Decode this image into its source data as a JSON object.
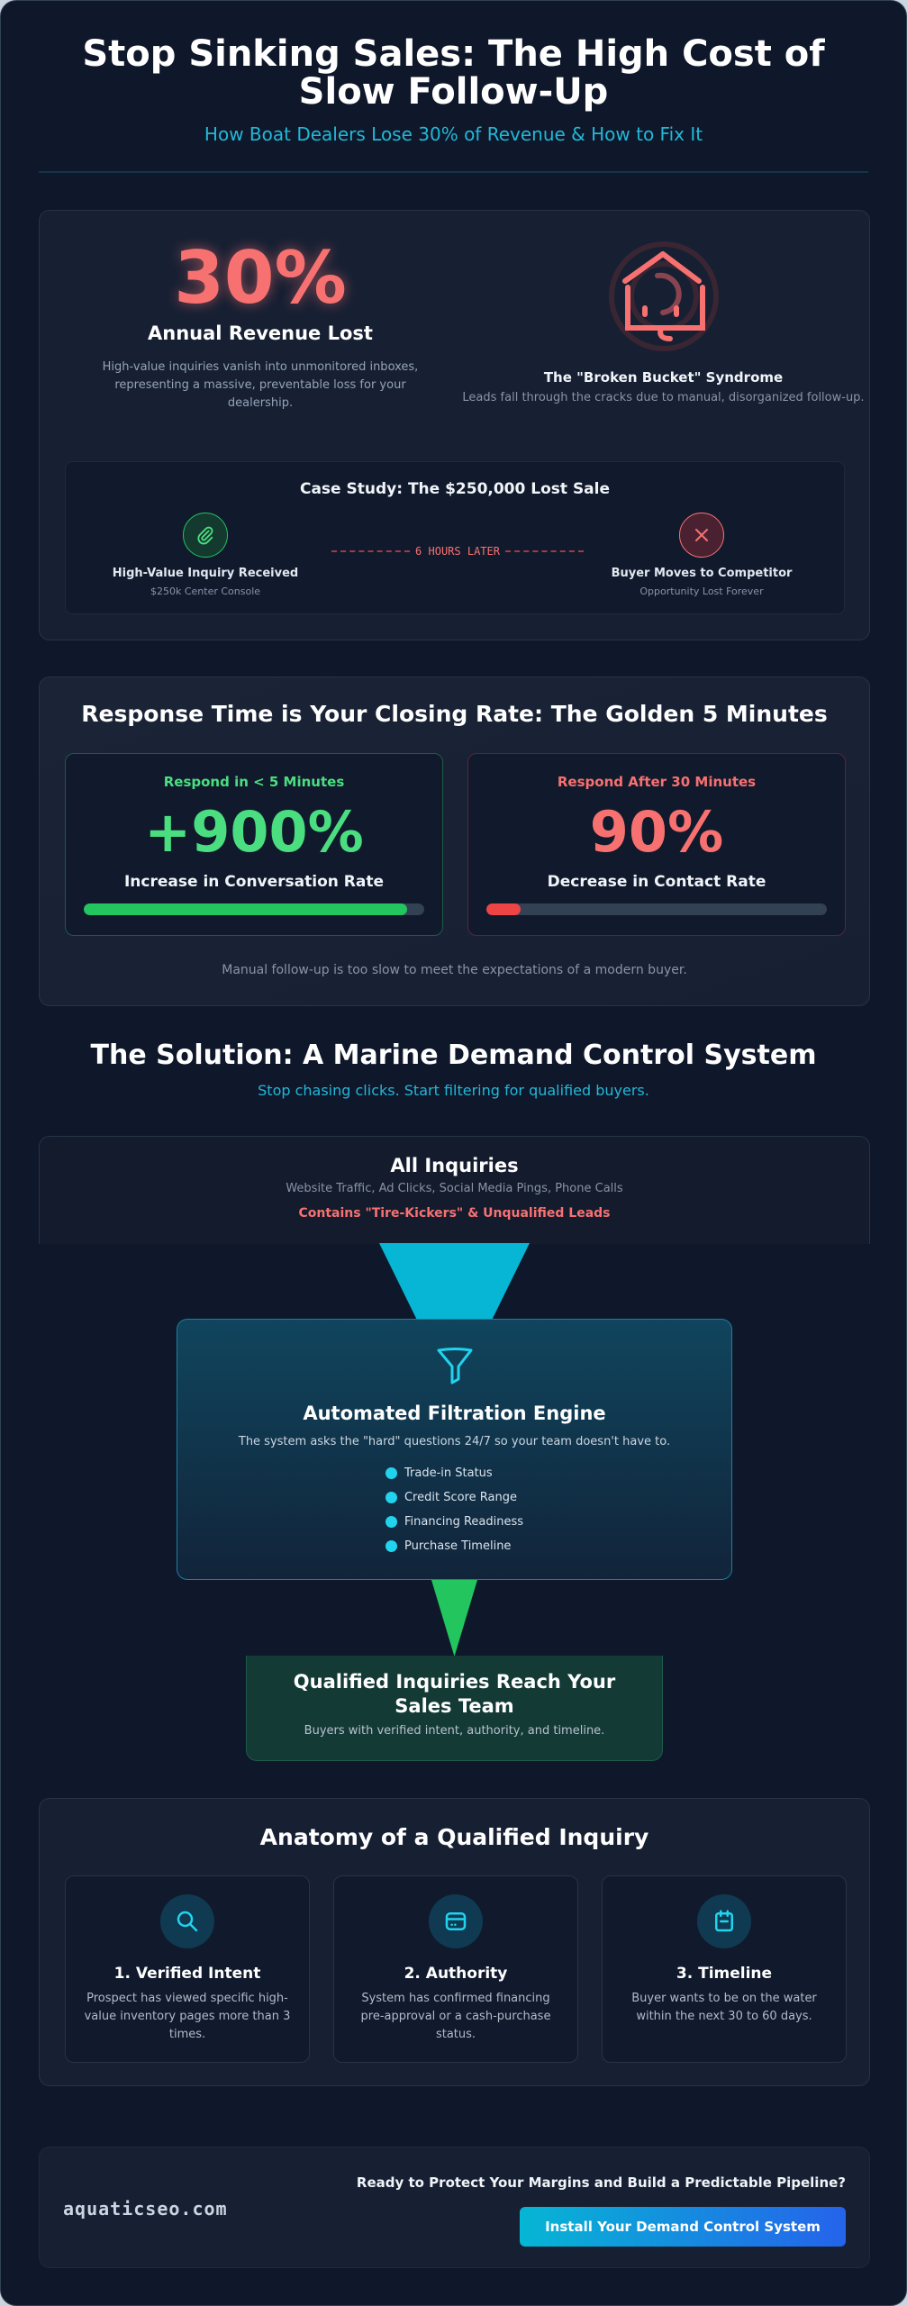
{
  "header": {
    "title": "Stop Sinking Sales: The High Cost of Slow Follow-Up",
    "subtitle": "How Boat Dealers Lose 30% of Revenue & How to Fix It"
  },
  "problem": {
    "stat_value": "30%",
    "stat_label": "Annual Revenue Lost",
    "stat_desc": "High-value inquiries vanish into unmonitored inboxes, representing a massive, preventable loss for your dealership.",
    "bucket_title": "The \"Broken Bucket\" Syndrome",
    "bucket_desc": "Leads fall through the cracks due to manual, disorganized follow-up.",
    "case_study": {
      "title": "Case Study: The $250,000 Lost Sale",
      "start_label": "High-Value Inquiry Received",
      "start_sub": "$250k Center Console",
      "delay": "6 HOURS LATER",
      "end_label": "Buyer Moves to Competitor",
      "end_sub": "Opportunity Lost Forever"
    }
  },
  "response": {
    "title": "Response Time is Your Closing Rate: The Golden 5 Minutes",
    "fast": {
      "heading": "Respond in < 5 Minutes",
      "value": "+900%",
      "label": "Increase in Conversation Rate",
      "bar_percent": 95,
      "color": "#4ade80",
      "bar_color": "#22c55e"
    },
    "slow": {
      "heading": "Respond After 30 Minutes",
      "value": "90%",
      "label": "Decrease in Contact Rate",
      "bar_percent": 10,
      "color": "#f87171",
      "bar_color": "#ef4444"
    },
    "footnote": "Manual follow-up is too slow to meet the expectations of a modern buyer."
  },
  "solution": {
    "title": "The Solution: A Marine Demand Control System",
    "subtitle": "Stop chasing clicks. Start filtering for qualified buyers.",
    "all_inquiries": {
      "title": "All Inquiries",
      "sources": "Website Traffic, Ad Clicks, Social Media Pings, Phone Calls",
      "warning": "Contains \"Tire-Kickers\" & Unqualified Leads"
    },
    "engine": {
      "title": "Automated Filtration Engine",
      "desc": "The system asks the \"hard\" questions 24/7 so your team doesn't have to.",
      "criteria": [
        "Trade-in Status",
        "Credit Score Range",
        "Financing Readiness",
        "Purchase Timeline"
      ]
    },
    "qualified": {
      "title": "Qualified Inquiries Reach Your Sales Team",
      "desc": "Buyers with verified intent, authority, and timeline."
    }
  },
  "anatomy": {
    "title": "Anatomy of a Qualified Inquiry",
    "items": [
      {
        "icon": "search-icon",
        "title": "1. Verified Intent",
        "desc": "Prospect has viewed specific high-value inventory pages more than 3 times."
      },
      {
        "icon": "credit-card-icon",
        "title": "2. Authority",
        "desc": "System has confirmed financing pre-approval or a cash-purchase status."
      },
      {
        "icon": "calendar-icon",
        "title": "3. Timeline",
        "desc": "Buyer wants to be on the water within the next 30 to 60 days."
      }
    ]
  },
  "cta": {
    "brand": "aquaticseo.com",
    "question": "Ready to Protect Your Margins and Build a Predictable Pipeline?",
    "button_label": "Install Your Demand Control System"
  },
  "colors": {
    "background": "#0f172a",
    "accent_cyan": "#06b6d4",
    "danger": "#f87171",
    "success": "#22c55e",
    "button_gradient_end": "#2563eb"
  }
}
